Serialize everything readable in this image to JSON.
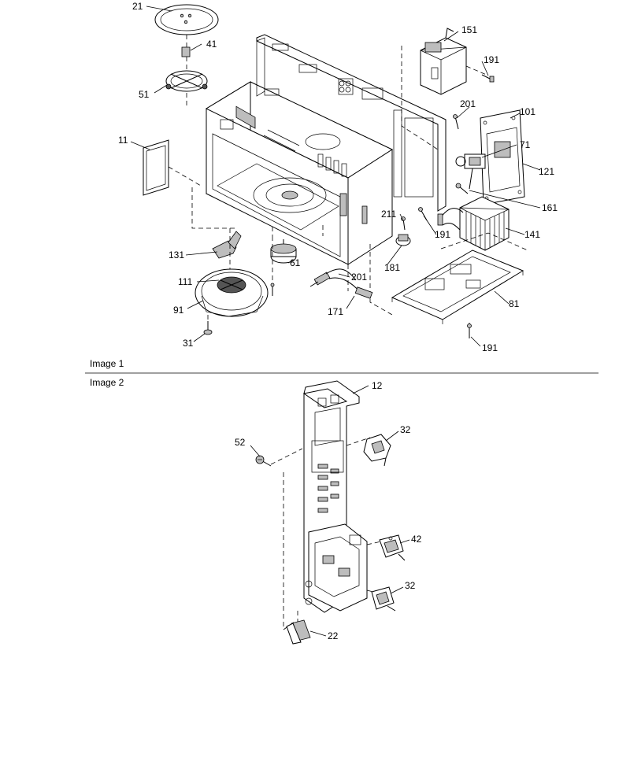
{
  "sections": [
    {
      "label": "Image 1"
    },
    {
      "label": "Image 2"
    }
  ],
  "callouts1": [
    "21",
    "41",
    "51",
    "11",
    "151",
    "191",
    "201",
    "101",
    "71",
    "121",
    "161",
    "211",
    "191",
    "141",
    "131",
    "61",
    "181",
    "111",
    "201",
    "91",
    "171",
    "81",
    "31",
    "191"
  ],
  "callouts2": [
    "12",
    "52",
    "32",
    "42",
    "32",
    "22"
  ]
}
